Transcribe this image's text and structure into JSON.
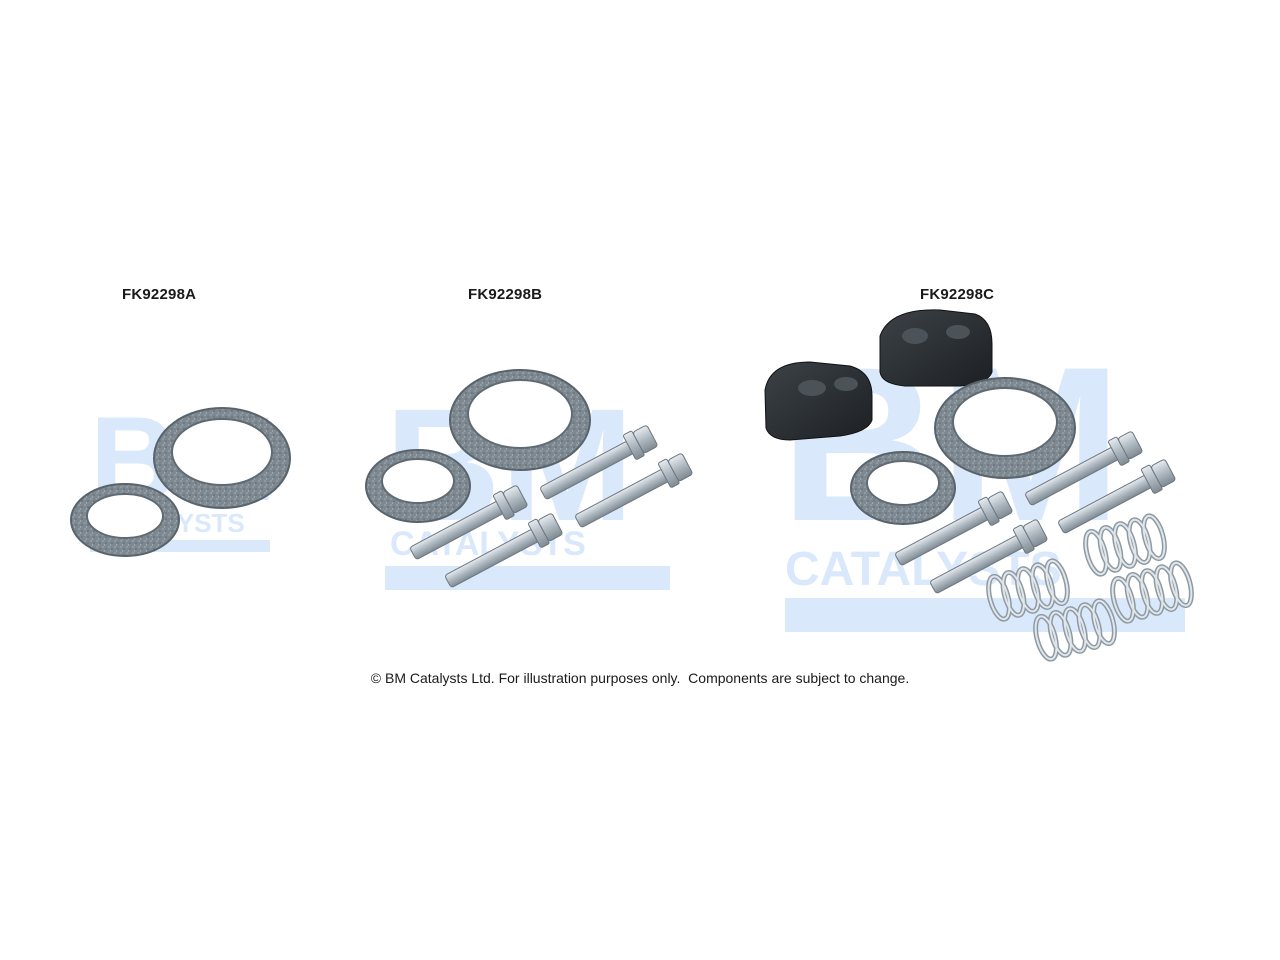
{
  "kits": [
    {
      "code": "FK92298A"
    },
    {
      "code": "FK92298B"
    },
    {
      "code": "FK92298C"
    }
  ],
  "watermark": {
    "brand": "BM",
    "subtitle": "CATALYSTS",
    "color": "#d9e8fb"
  },
  "footer": {
    "copyright": "© BM Catalysts Ltd. For illustration purposes only.  Components are subject to change."
  },
  "colors": {
    "gasket": "#7d8890",
    "mount": "#2a2f33",
    "metal": "#b8c2ca",
    "spring": "#c9d1d7"
  }
}
